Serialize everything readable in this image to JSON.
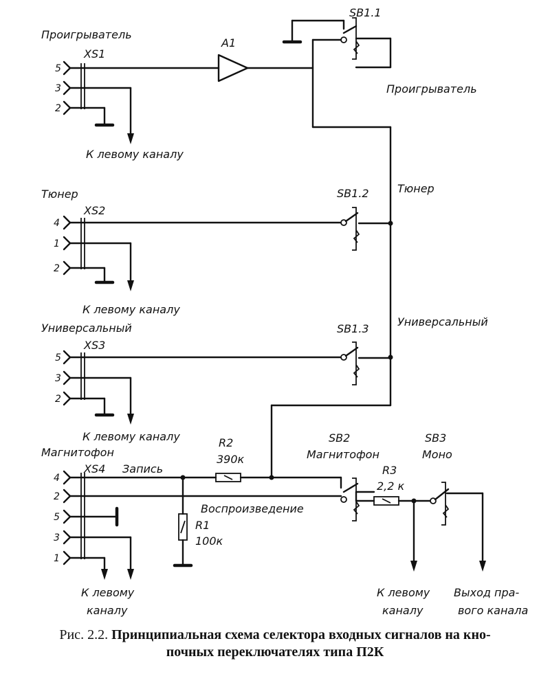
{
  "jacks": [
    {
      "name": "Проигрыватель",
      "ref": "XS1",
      "pins": [
        "5",
        "3",
        "2"
      ],
      "note": "К левому каналу"
    },
    {
      "name": "Тюнер",
      "ref": "XS2",
      "pins": [
        "4",
        "1",
        "2"
      ],
      "note": "К левому каналу"
    },
    {
      "name": "Универсальный",
      "ref": "XS3",
      "pins": [
        "5",
        "3",
        "2"
      ],
      "note": "К левому каналу"
    },
    {
      "name": "Магнитофон",
      "ref": "XS4",
      "pins": [
        "4",
        "2",
        "5",
        "3",
        "1"
      ],
      "note_lines": [
        "К левому",
        "каналу"
      ]
    }
  ],
  "amplifier": {
    "ref": "A1"
  },
  "switches": [
    {
      "ref": "SB1.1",
      "label": "Проигрыватель"
    },
    {
      "ref": "SB1.2",
      "label": "Тюнер"
    },
    {
      "ref": "SB1.3",
      "label": "Универсальный"
    },
    {
      "ref": "SB2",
      "label": "Магнитофон"
    },
    {
      "ref": "SB3",
      "label": "Моно"
    }
  ],
  "wires": {
    "record": "Запись",
    "playback": "Воспроизведение"
  },
  "resistors": [
    {
      "ref": "R2",
      "value": "390к"
    },
    {
      "ref": "R1",
      "value": "100к"
    },
    {
      "ref": "R3",
      "value": "2,2 к"
    }
  ],
  "outputs": {
    "left_lines": [
      "К левому",
      "каналу"
    ],
    "right_lines": [
      "Выход пра-",
      "вого канала"
    ]
  },
  "caption": {
    "prefix": "Рис. 2.2.",
    "line1": "Принципиальная схема селектора входных сигналов на кно-",
    "line2": "почных переключателях типа П2К"
  }
}
